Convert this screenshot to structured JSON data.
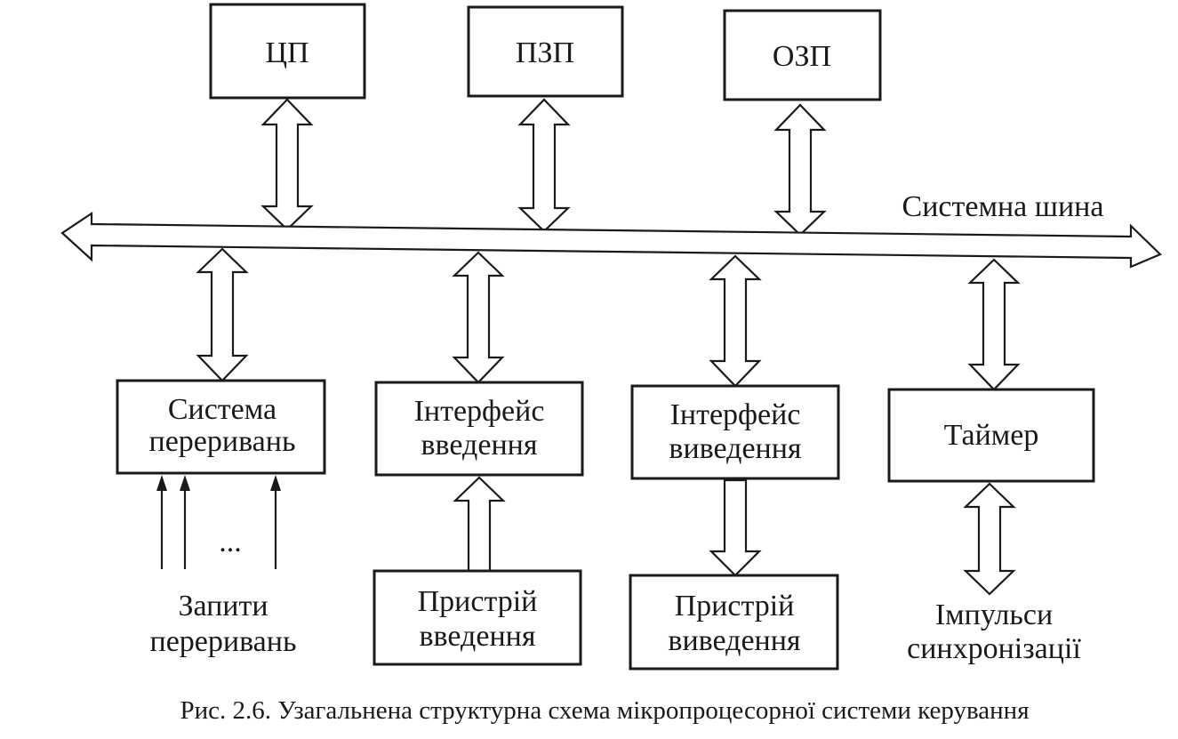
{
  "blocks": {
    "cpu": "ЦП",
    "rom": "ПЗП",
    "ram": "ОЗП",
    "interrupt_system": [
      "Система",
      "переривань"
    ],
    "input_interface": [
      "Інтерфейс",
      "введення"
    ],
    "output_interface": [
      "Інтерфейс",
      "виведення"
    ],
    "timer": "Таймер",
    "input_device": [
      "Пристрій",
      "введення"
    ],
    "output_device": [
      "Пристрій",
      "виведення"
    ]
  },
  "bus_label": "Системна шина",
  "interrupt_requests": [
    "Запити",
    "переривань"
  ],
  "ellipsis": "...",
  "sync_pulses": [
    "Імпульси",
    "синхронізації"
  ],
  "caption": "Рис. 2.6. Узагальнена структурна схема мікропроцесорної системи керування"
}
